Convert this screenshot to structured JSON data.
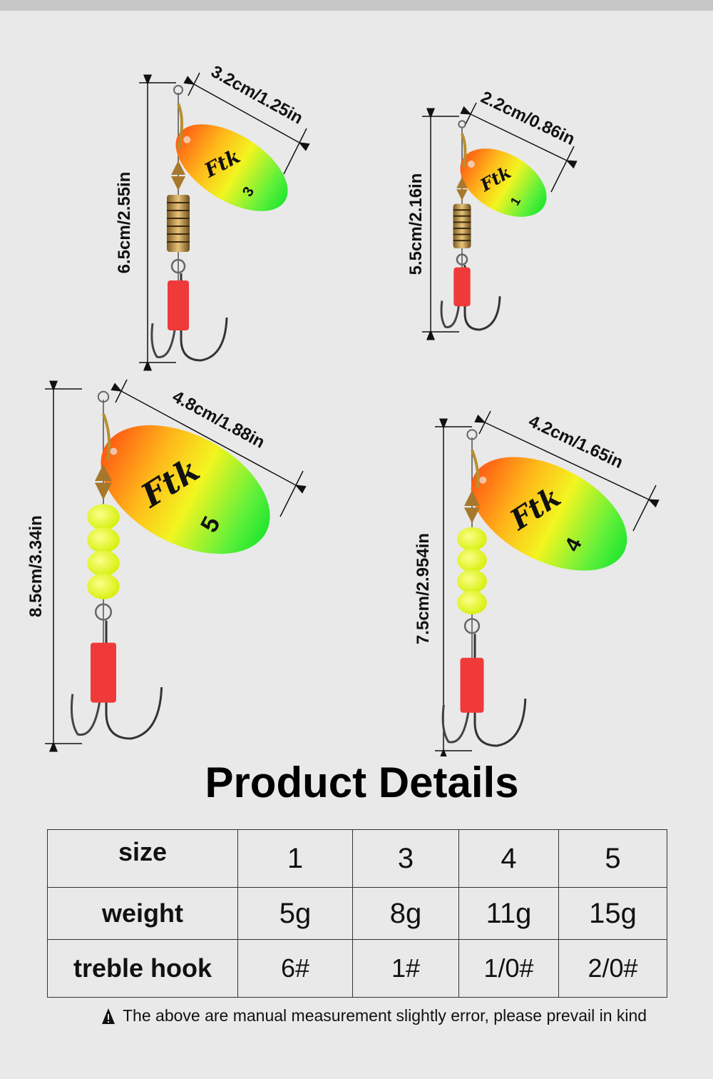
{
  "lures": [
    {
      "size_mark": "3",
      "length_label": "6.5cm/2.55in",
      "width_label": "3.2cm/1.25in",
      "logo": "Ftk"
    },
    {
      "size_mark": "1",
      "length_label": "5.5cm/2.16in",
      "width_label": "2.2cm/0.86in",
      "logo": "Ftk"
    },
    {
      "size_mark": "5",
      "length_label": "8.5cm/3.34in",
      "width_label": "4.8cm/1.88in",
      "logo": "Ftk"
    },
    {
      "size_mark": "4",
      "length_label": "7.5cm/2.954in",
      "width_label": "4.2cm/1.65in",
      "logo": "Ftk"
    }
  ],
  "title": "Product Details",
  "table": {
    "rows": [
      {
        "label": "size",
        "values": [
          "1",
          "3",
          "4",
          "5"
        ]
      },
      {
        "label": "weight",
        "values": [
          "5g",
          "8g",
          "11g",
          "15g"
        ]
      },
      {
        "label": "treble hook",
        "values": [
          "6#",
          "1#",
          "1/0#",
          "2/0#"
        ]
      }
    ]
  },
  "note": {
    "icon": "warning-icon",
    "text": "The above are manual measurement slightly error, please prevail in kind"
  },
  "colors": {
    "background": "#e9e9e9",
    "blade_orange": "#ff6a1a",
    "blade_yellow": "#f4f41a",
    "blade_green": "#2ee82e",
    "tube_red": "#f03a3a"
  }
}
